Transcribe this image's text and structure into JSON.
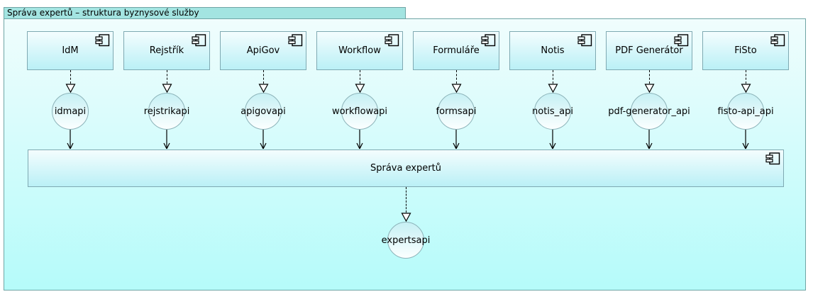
{
  "title": "Správa expertů – struktura byznysové služby",
  "components": [
    {
      "name": "IdM",
      "interface": "idmapi"
    },
    {
      "name": "Rejstřík",
      "interface": "rejstrikapi"
    },
    {
      "name": "ApiGov",
      "interface": "apigovapi"
    },
    {
      "name": "Workflow",
      "interface": "workflowapi"
    },
    {
      "name": "Formuláře",
      "interface": "formsapi"
    },
    {
      "name": "Notis",
      "interface": "notis_api"
    },
    {
      "name": "PDF Generátor",
      "interface": "pdf-generator_api"
    },
    {
      "name": "FiSto",
      "interface": "fisto-api_api"
    }
  ],
  "main_component": {
    "name": "Správa expertů",
    "interface": "expertsapi"
  },
  "colors": {
    "tab_fill": "#a3e4e1",
    "frame_border": "#6fa5a5",
    "background_top": "#f0fdfd",
    "background_bottom": "#b5fbfa",
    "box_top": "#f4fdfe",
    "box_bottom": "#baf0f6",
    "box_border": "#7fa9b2",
    "line": "#000000"
  }
}
